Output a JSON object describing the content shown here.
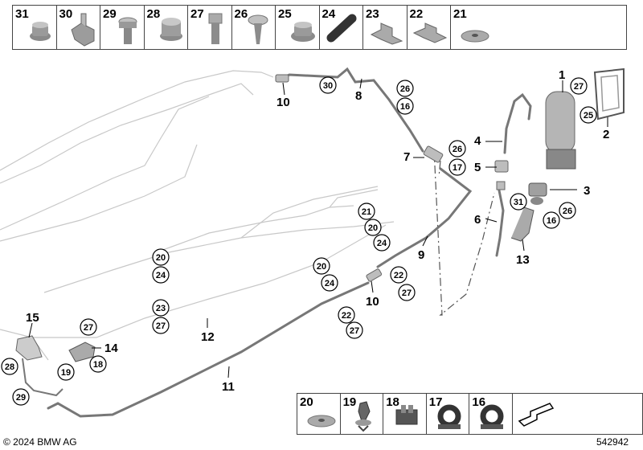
{
  "header_parts": [
    {
      "num": "31",
      "icon": "flange-nut-icon"
    },
    {
      "num": "30",
      "icon": "clip-bracket-icon"
    },
    {
      "num": "29",
      "icon": "torx-screw-icon"
    },
    {
      "num": "28",
      "icon": "hex-nut-icon"
    },
    {
      "num": "27",
      "icon": "hex-bolt-icon"
    },
    {
      "num": "26",
      "icon": "tapping-screw-icon"
    },
    {
      "num": "25",
      "icon": "flange-nut-icon"
    },
    {
      "num": "24",
      "icon": "rubber-sleeve-icon"
    },
    {
      "num": "23",
      "icon": "mounting-clip-icon"
    },
    {
      "num": "22",
      "icon": "mounting-clip-icon"
    },
    {
      "num": "21",
      "icon": "washer-icon"
    }
  ],
  "footer_parts": [
    {
      "num": "20",
      "icon": "washer-icon"
    },
    {
      "num": "19",
      "icon": "push-clip-icon"
    },
    {
      "num": "18",
      "icon": "cable-holder-icon"
    },
    {
      "num": "17",
      "icon": "pipe-clamp-icon"
    },
    {
      "num": "16",
      "icon": "pipe-clamp-icon"
    }
  ],
  "callouts": {
    "c1": "1",
    "c2": "2",
    "c3": "3",
    "c4": "4",
    "c5": "5",
    "c6": "6",
    "c7": "7",
    "c8": "8",
    "c9": "9",
    "c10a": "10",
    "c10b": "10",
    "c11": "11",
    "c12": "12",
    "c13": "13",
    "c14": "14",
    "c15": "15"
  },
  "circled": {
    "k27a": "27",
    "k25": "25",
    "k30": "30",
    "k26a": "26",
    "k16a": "16",
    "k26b": "26",
    "k17a": "17",
    "k31": "31",
    "k16b": "16",
    "k26c": "26",
    "k21": "21",
    "k20a": "20",
    "k24a": "24",
    "k22a": "22",
    "k27b": "27",
    "k20b": "20",
    "k24b": "24",
    "k23": "23",
    "k27c": "27",
    "k20c": "20",
    "k24c": "24",
    "k22b": "22",
    "k27d": "27",
    "k27e": "27",
    "k19": "19",
    "k18": "18",
    "k28": "28",
    "k29": "29"
  },
  "copyright": "© 2024 BMW AG",
  "document_number": "542942"
}
